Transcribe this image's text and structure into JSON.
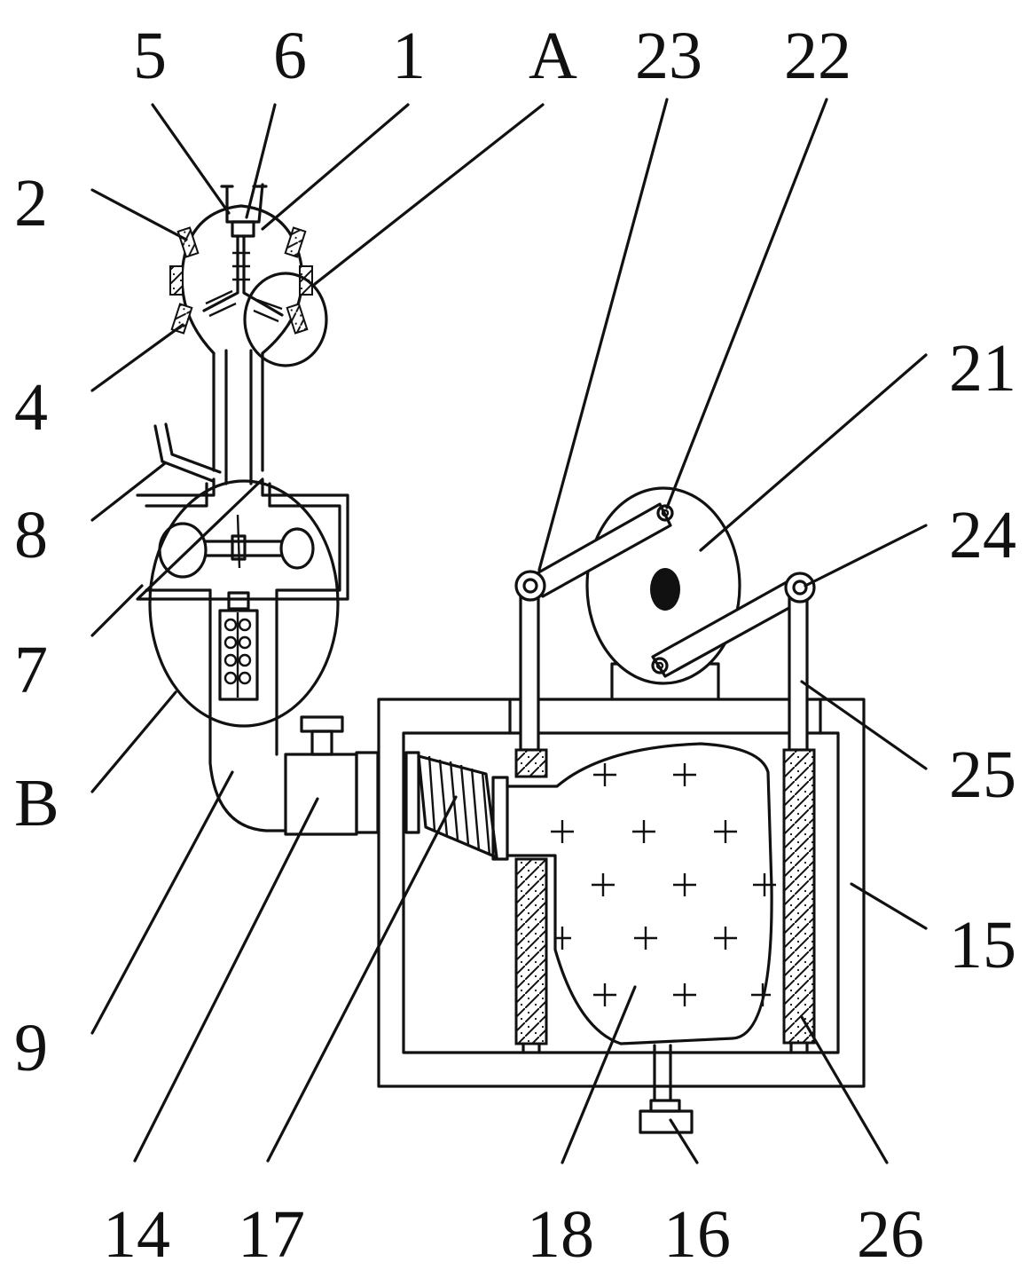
{
  "labels": {
    "l1": "1",
    "l2": "2",
    "l4": "4",
    "l5": "5",
    "l6": "6",
    "l7": "7",
    "l8": "8",
    "l9": "9",
    "l14": "14",
    "l15": "15",
    "l16": "16",
    "l17": "17",
    "l18": "18",
    "l21": "21",
    "l22": "22",
    "l23": "23",
    "l24": "24",
    "l25": "25",
    "l26": "26",
    "lA": "A",
    "lB": "B"
  }
}
